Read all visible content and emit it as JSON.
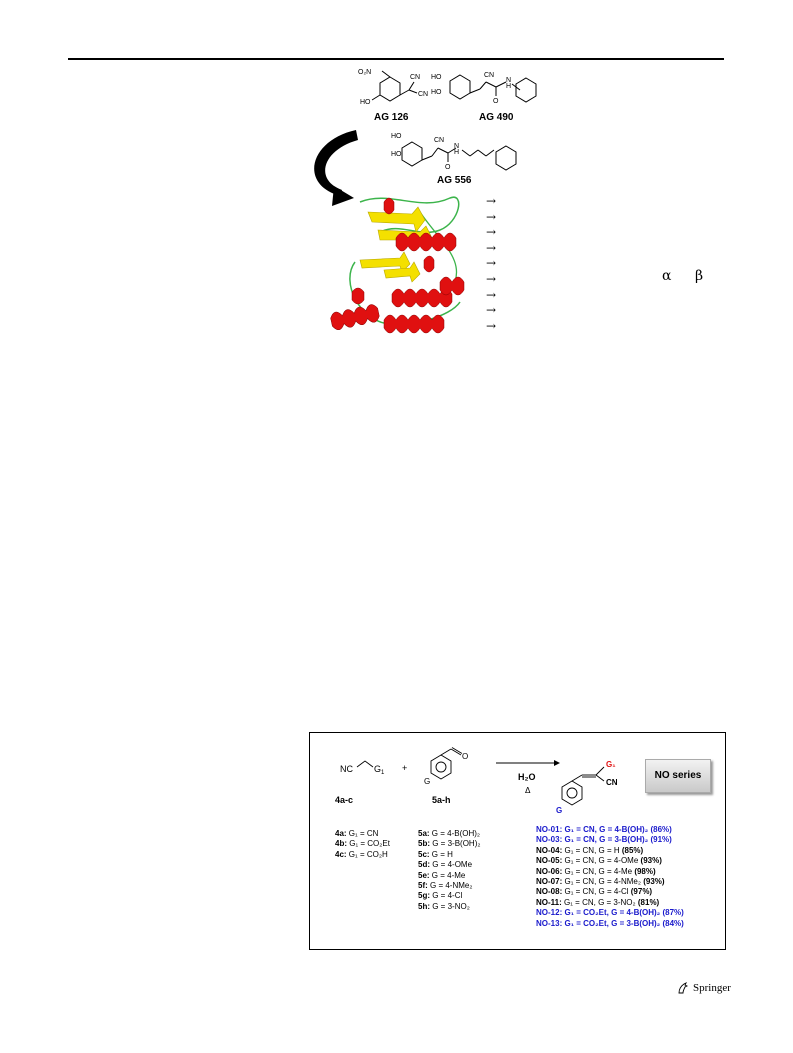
{
  "page": {
    "publisher": "Springer"
  },
  "figure_top": {
    "compound_labels": [
      "AG 126",
      "AG 490",
      "AG 556"
    ],
    "groups": {
      "cn": "CN",
      "no2": "O₂N",
      "ho": "HO",
      "h": "H",
      "n": "N",
      "o": "O"
    },
    "greek_1": "α",
    "greek_2": "β",
    "arrow_count": 9
  },
  "scheme": {
    "reagent1_formula": "NC",
    "reagent1_g": "G",
    "reagent1_sub": "1",
    "plus": "+",
    "reagent2_g": "G",
    "reagent2_o": "O",
    "reagent1_label": "4a-c",
    "reagent2_label": "5a-h",
    "condition_top": "H₂O",
    "condition_bottom": "Δ",
    "product_g1": "G₁",
    "product_cn": "CN",
    "product_g": "G",
    "badge": "NO series",
    "list_4": [
      {
        "id": "4a:",
        "text": "G₁ = CN"
      },
      {
        "id": "4b:",
        "text": "G₁ = CO₂Et"
      },
      {
        "id": "4c:",
        "text": "G₁ = CO₂H"
      }
    ],
    "list_5": [
      {
        "id": "5a:",
        "text": "G = 4-B(OH)₂"
      },
      {
        "id": "5b:",
        "text": "G = 3-B(OH)₂"
      },
      {
        "id": "5c:",
        "text": "G = H"
      },
      {
        "id": "5d:",
        "text": "G = 4-OMe"
      },
      {
        "id": "5e:",
        "text": "G = 4-Me"
      },
      {
        "id": "5f:",
        "text": "G = 4-NMe₂"
      },
      {
        "id": "5g:",
        "text": "G = 4-Cl"
      },
      {
        "id": "5h:",
        "text": "G = 3-NO₂"
      }
    ],
    "products": [
      {
        "id": "NO-01:",
        "text": "G₁ = CN, G = 4-B(OH)₂",
        "yield": "(86%)",
        "highlight": true
      },
      {
        "id": "NO-03:",
        "text": "G₁ = CN, G = 3-B(OH)₂",
        "yield": "(91%)",
        "highlight": true
      },
      {
        "id": "NO-04:",
        "text": "G₁ = CN, G = H",
        "yield": "(85%)",
        "highlight": false
      },
      {
        "id": "NO-05:",
        "text": "G₁ = CN, G = 4-OMe",
        "yield": "(93%)",
        "highlight": false
      },
      {
        "id": "NO-06:",
        "text": "G₁ = CN, G = 4-Me",
        "yield": "(98%)",
        "highlight": false
      },
      {
        "id": "NO-07:",
        "text": "G₁ = CN, G = 4-NMe₂",
        "yield": "(93%)",
        "highlight": false
      },
      {
        "id": "NO-08:",
        "text": "G₁ = CN, G = 4-Cl",
        "yield": "(97%)",
        "highlight": false
      },
      {
        "id": "NO-11:",
        "text": "G₁ = CN, G = 3-NO₂",
        "yield": "(81%)",
        "highlight": false
      },
      {
        "id": "NO-12:",
        "text": "G₁ = CO₂Et, G = 4-B(OH)₂",
        "yield": "(87%)",
        "highlight": true
      },
      {
        "id": "NO-13:",
        "text": "G₁ = CO₂Et, G = 3-B(OH)₂",
        "yield": "(84%)",
        "highlight": true
      }
    ]
  }
}
